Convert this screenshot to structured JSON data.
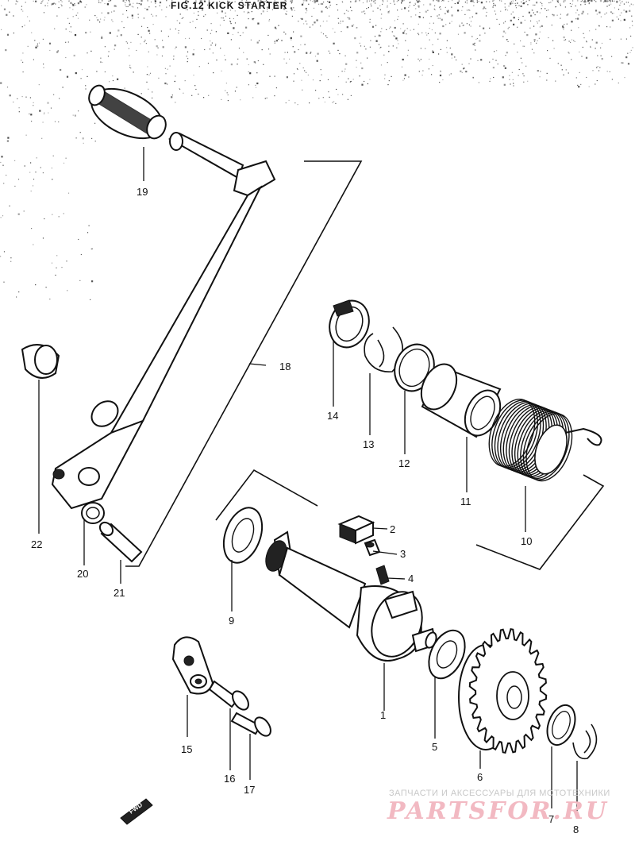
{
  "title": "FIG.12  KICK STARTER",
  "parts": [
    {
      "number": "1"
    },
    {
      "number": "2"
    },
    {
      "number": "3"
    },
    {
      "number": "4"
    },
    {
      "number": "5"
    },
    {
      "number": "6"
    },
    {
      "number": "7"
    },
    {
      "number": "8"
    },
    {
      "number": "9"
    },
    {
      "number": "10"
    },
    {
      "number": "11"
    },
    {
      "number": "12"
    },
    {
      "number": "13"
    },
    {
      "number": "14"
    },
    {
      "number": "15"
    },
    {
      "number": "16"
    },
    {
      "number": "17"
    },
    {
      "number": "18"
    },
    {
      "number": "19"
    },
    {
      "number": "20"
    },
    {
      "number": "21"
    },
    {
      "number": "22"
    }
  ],
  "direction_arrow_label": "FWD",
  "watermark": {
    "line1": "ЗАПЧАСТИ И АКСЕССУАРЫ ДЛЯ МОТОТЕХНИКИ",
    "line2": "PARTSFOR.RU",
    "color": "#f2b9c2"
  }
}
